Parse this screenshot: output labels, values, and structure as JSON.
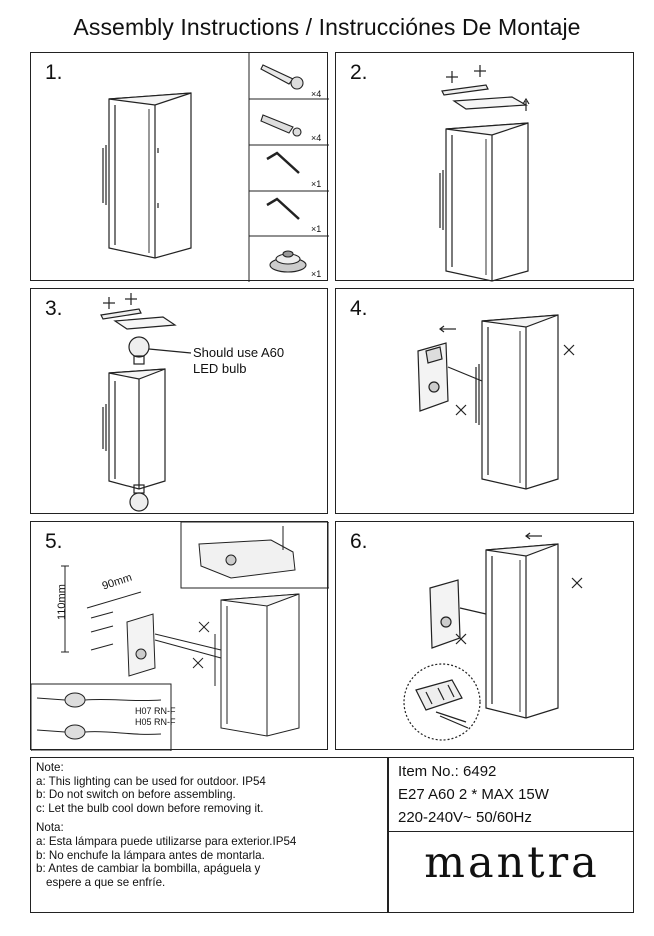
{
  "title": "Assembly Instructions / Instrucciónes De Montaje",
  "steps": [
    {
      "number": "1."
    },
    {
      "number": "2."
    },
    {
      "number": "3."
    },
    {
      "number": "4."
    },
    {
      "number": "5."
    },
    {
      "number": "6."
    }
  ],
  "parts": [
    {
      "name": "screw",
      "qty": "×4"
    },
    {
      "name": "wall-plug",
      "qty": "×4"
    },
    {
      "name": "hex-key",
      "qty": "×1"
    },
    {
      "name": "hex-key",
      "qty": "×1"
    },
    {
      "name": "cable-gland",
      "qty": "×1"
    }
  ],
  "step3": {
    "bulb_note_line1": "Should use A60",
    "bulb_note_line2": "LED bulb"
  },
  "step5": {
    "dim_horizontal": "90mm",
    "dim_vertical": "110mm",
    "cable1": "H07 RN-F",
    "cable2": "H05 RN-F"
  },
  "notes": {
    "heading_en": "Note:",
    "items_en": [
      "a: This lighting can be used for outdoor. IP54",
      "b: Do not switch on before assembling.",
      "c: Let the bulb cool down before removing it."
    ],
    "heading_es": "Nota:",
    "items_es": [
      "a: Esta lámpara puede utilizarse para exterior.IP54",
      "b: No enchufe la lámpara antes de montarla.",
      "b: Antes de cambiar la bombilla, apáguela y",
      "espere a que se enfríe."
    ]
  },
  "spec": {
    "item_label": "Item No.:",
    "item_no": "6492",
    "bulb": "E27 A60  2 * MAX 15W",
    "voltage": "220-240V~ 50/60Hz"
  },
  "brand": {
    "logo_text": "mantra"
  }
}
